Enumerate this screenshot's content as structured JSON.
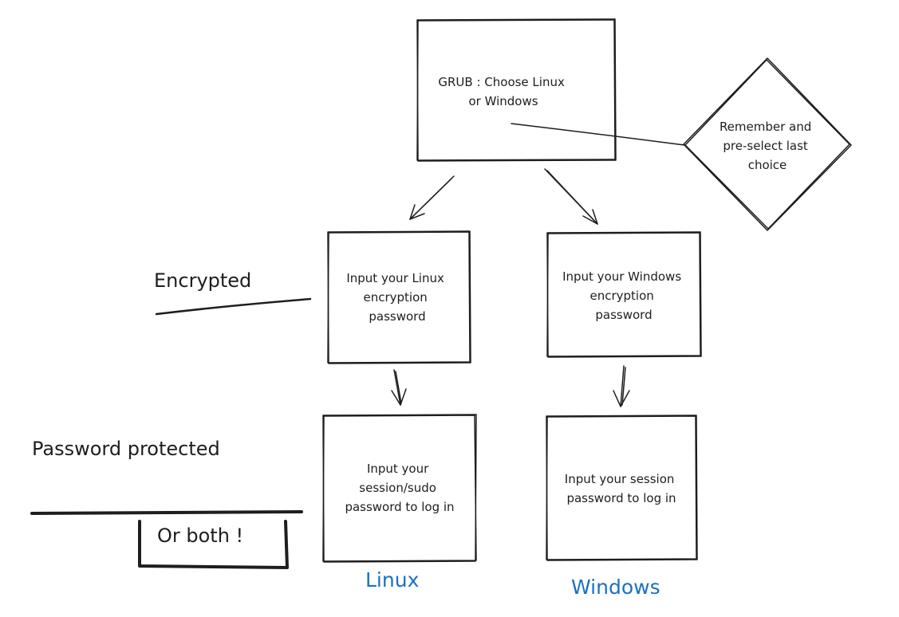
{
  "boxes": {
    "grub": {
      "lines": [
        "GRUB : Choose Linux",
        "or Windows"
      ]
    },
    "remember": {
      "lines": [
        "Remember and",
        "pre-select last",
        "choice"
      ]
    },
    "linux_encrypt": {
      "lines": [
        "Input your Linux",
        "encryption",
        "password"
      ]
    },
    "windows_encrypt": {
      "lines": [
        "Input your Windows",
        "encryption",
        "password"
      ]
    },
    "linux_session": {
      "lines": [
        "Input your",
        "session/sudo",
        "password to log in"
      ]
    },
    "windows_session": {
      "lines": [
        "Input your session",
        "password to log in"
      ]
    }
  },
  "labels": {
    "encrypted": "Encrypted",
    "password_protected": "Password protected",
    "or_both": "Or both !",
    "linux": "Linux",
    "windows": "Windows"
  },
  "colors": {
    "stroke": "#1e1e1e",
    "os_label": "#1971c2",
    "background": "#ffffff"
  }
}
